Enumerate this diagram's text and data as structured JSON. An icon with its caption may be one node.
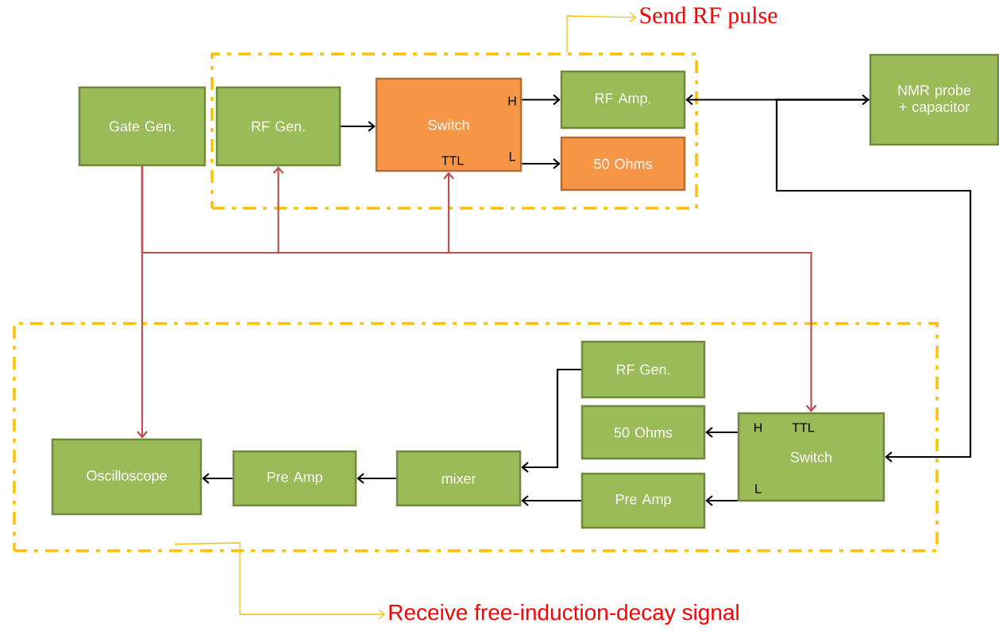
{
  "diagram": {
    "nodes": [
      {
        "text": [
          "Send RF pulse"
        ]
      },
      {
        "text": [
          "Gate Gen."
        ]
      },
      {
        "text": [],
        "shape": "box"
      },
      {
        "text": [
          "RF Gen."
        ],
        "in": 2
      },
      {
        "text": [
          "Switch",
          "H",
          "TTL",
          "L"
        ],
        "in": 2
      },
      {
        "text": [
          "RF Amp."
        ],
        "in": 2
      },
      {
        "text": [
          "50 Ohms"
        ],
        "in": 2
      },
      {
        "text": [
          "NMR probe + capacitor"
        ]
      },
      {
        "text": [],
        "shape": "box"
      },
      {
        "text": [
          "RF Gen."
        ],
        "in": 8
      },
      {
        "text": [
          "50 Ohms"
        ],
        "in": 8
      },
      {
        "text": [
          "Switch",
          "H",
          "TTL",
          "L"
        ],
        "in": 8
      },
      {
        "text": [
          "Oscilloscope"
        ],
        "in": 8
      },
      {
        "text": [
          "Pre Amp"
        ],
        "in": 8
      },
      {
        "text": [
          "mixer"
        ],
        "in": 8
      },
      {
        "text": [
          "Pre Amp"
        ],
        "in": 8
      },
      {
        "text": [
          "Receive free-induction-decay signal"
        ]
      }
    ],
    "edges": [
      {
        "from": 2,
        "to": 0,
        "arrow": "to",
        "color": "#ffc000"
      },
      {
        "from": 8,
        "to": 16,
        "arrow": "to",
        "color": "#ffc000"
      },
      {
        "from": 3,
        "to": 4,
        "arrow": "to"
      },
      {
        "from": 4,
        "to": 5,
        "arrow": "to"
      },
      {
        "from": 4,
        "to": 6,
        "arrow": "to"
      },
      {
        "from": 5,
        "to": 7,
        "arrow": "both"
      },
      {
        "from": 7,
        "to": 11,
        "arrow": "to"
      },
      {
        "from": 1,
        "to": 3,
        "arrow": "to",
        "color": "#c0504d"
      },
      {
        "from": 1,
        "to": 4,
        "arrow": "to",
        "color": "#c0504d"
      },
      {
        "from": 1,
        "to": 11,
        "arrow": "to",
        "color": "#c0504d"
      },
      {
        "from": 1,
        "to": 12,
        "arrow": "to",
        "color": "#c0504d"
      },
      {
        "from": 9,
        "to": 14,
        "arrow": "to"
      },
      {
        "from": 11,
        "to": 10,
        "arrow": "to"
      },
      {
        "from": 11,
        "to": 15,
        "arrow": "to"
      },
      {
        "from": 15,
        "to": 14,
        "arrow": "to"
      },
      {
        "from": 14,
        "to": 13,
        "arrow": "to"
      },
      {
        "from": 13,
        "to": 12,
        "arrow": "to"
      }
    ]
  }
}
